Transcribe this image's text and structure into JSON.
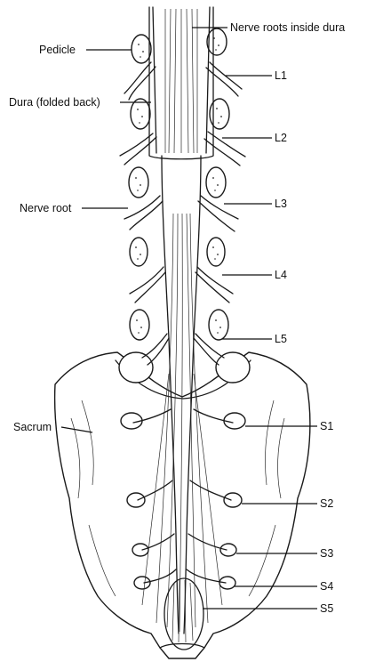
{
  "diagram": {
    "labels": {
      "nerve_roots_inside_dura": "Nerve roots inside dura",
      "pedicle": "Pedicle",
      "dura_folded_back": "Dura (folded back)",
      "nerve_root": "Nerve root",
      "sacrum": "Sacrum",
      "l1": "L1",
      "l2": "L2",
      "l3": "L3",
      "l4": "L4",
      "l5": "L5",
      "s1": "S1",
      "s2": "S2",
      "s3": "S3",
      "s4": "S4",
      "s5": "S5"
    }
  }
}
